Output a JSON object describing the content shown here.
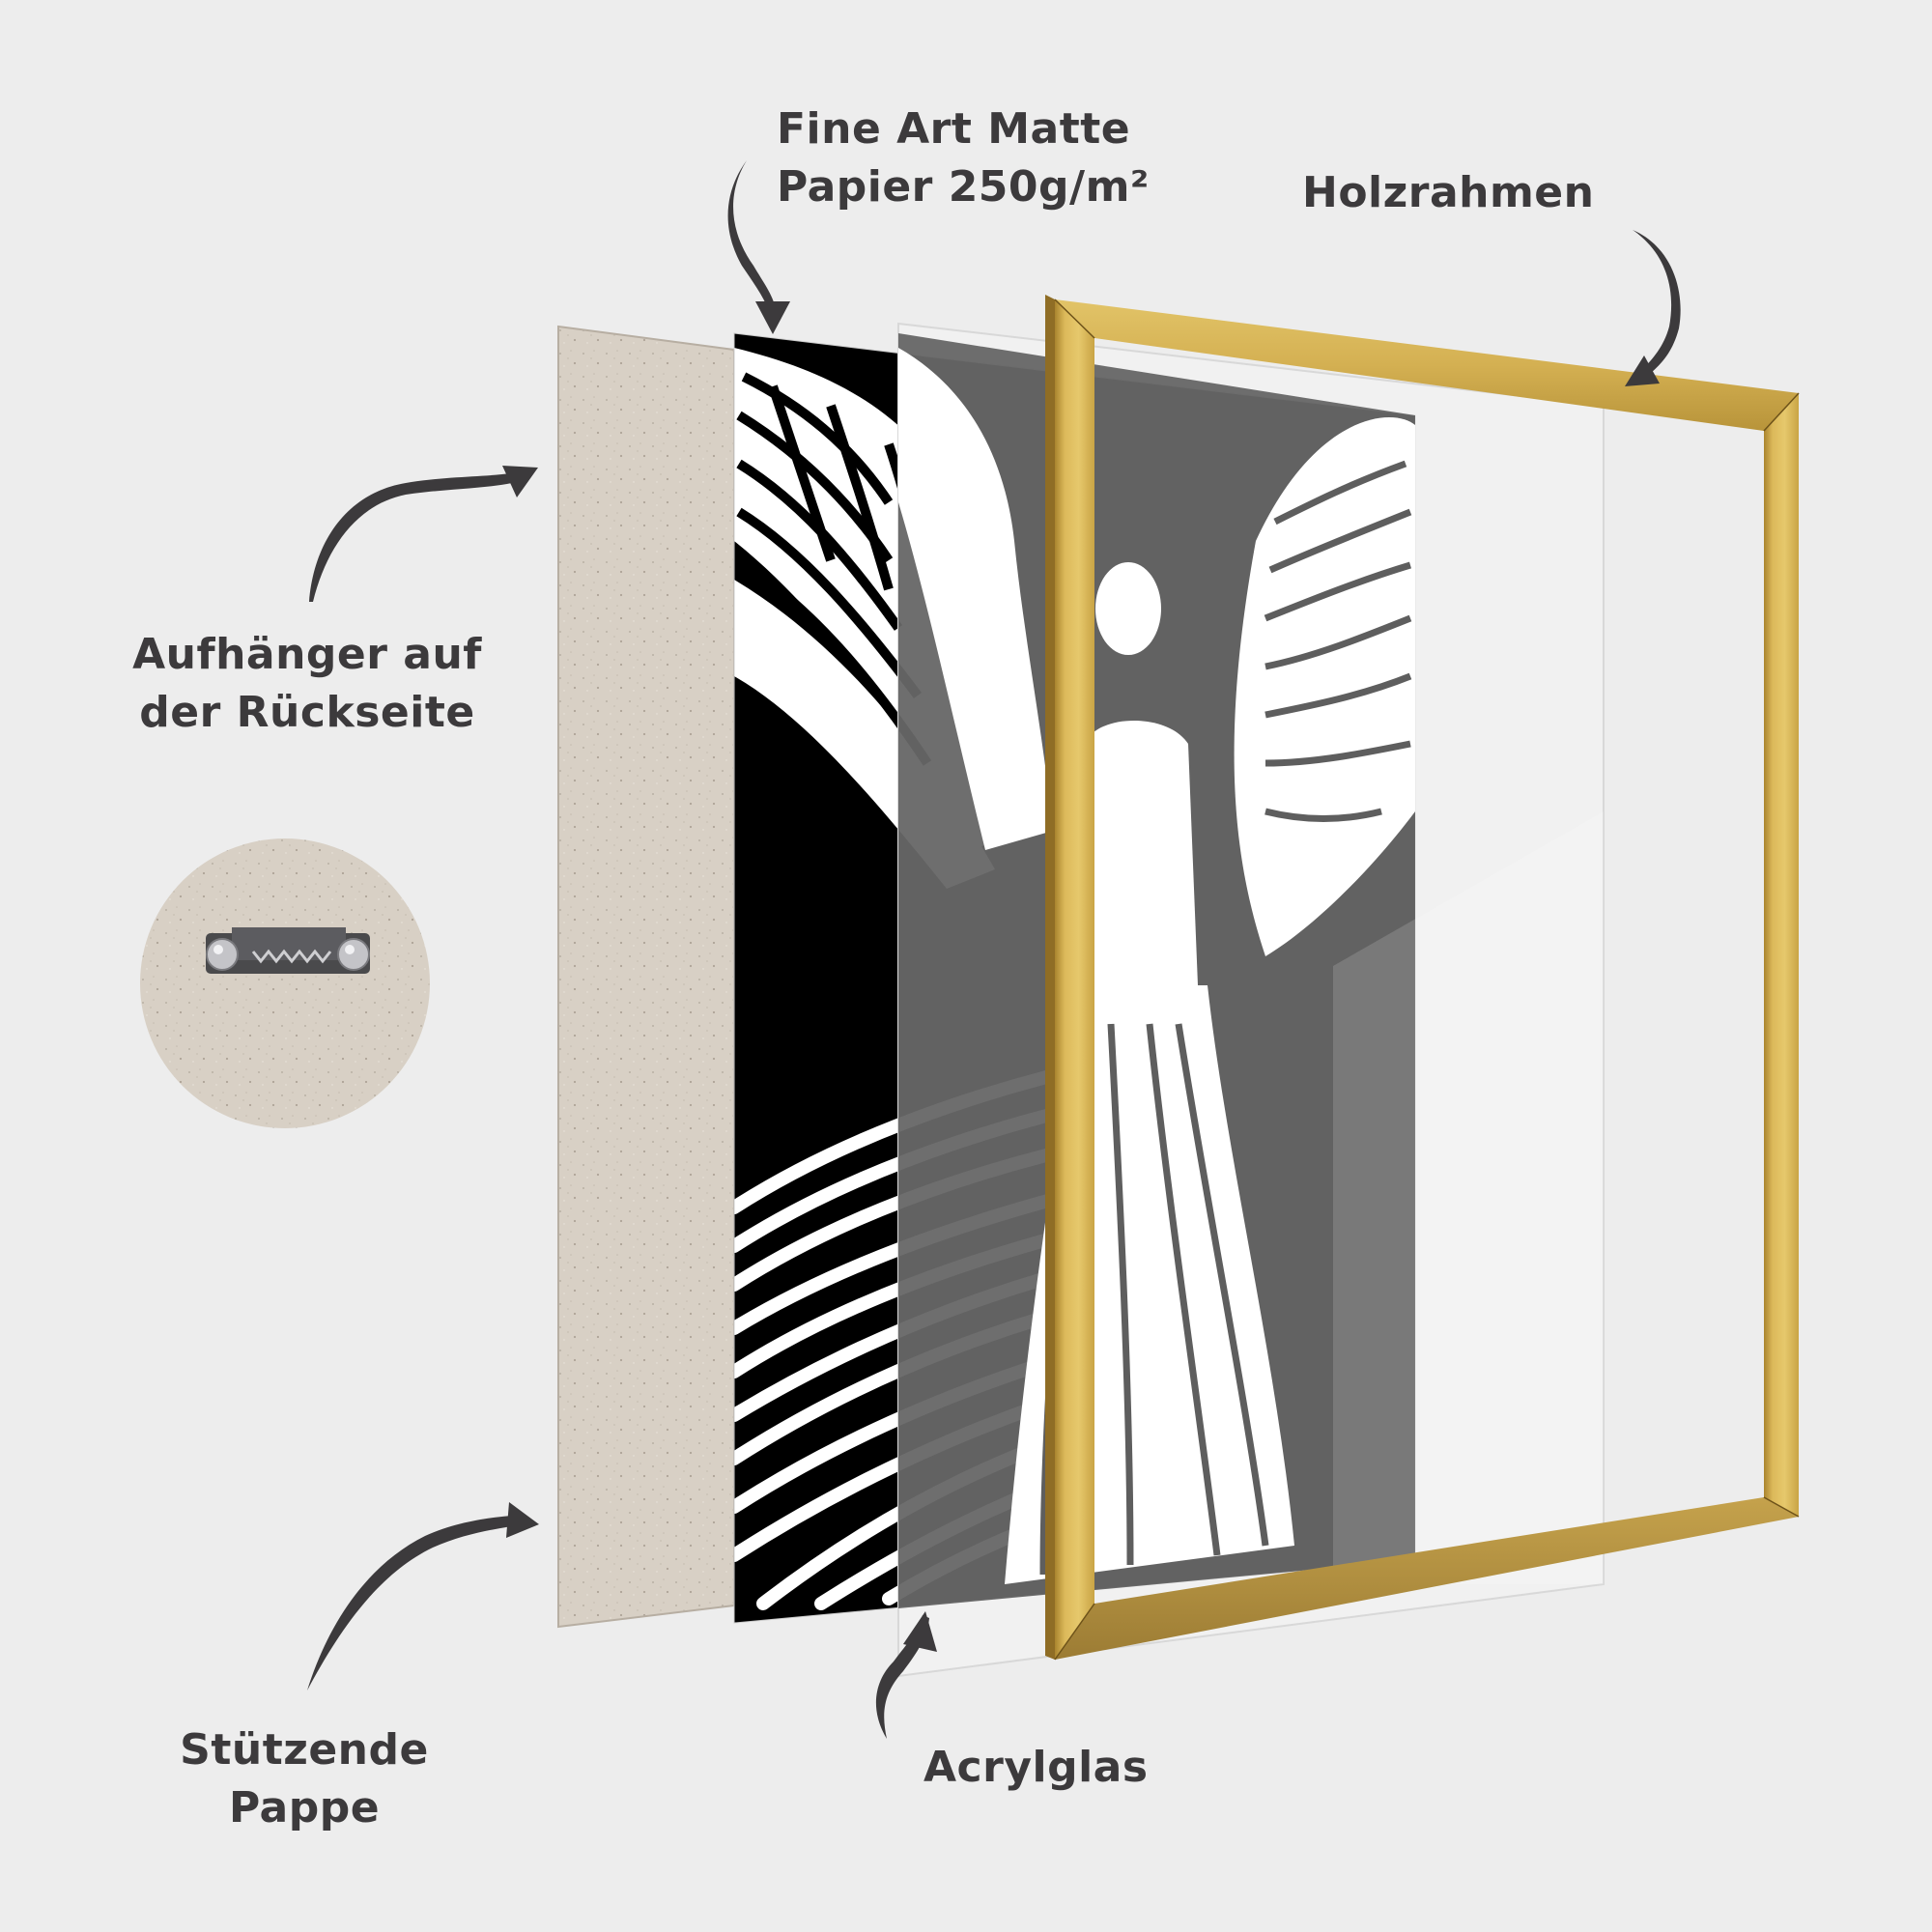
{
  "diagram": {
    "type": "exploded-view-product-diagram",
    "subject": "framed angel art print",
    "background_color": "#ededed",
    "text_color": "#3c3a3c",
    "labels": {
      "fine_art_paper": {
        "line1": "Fine Art Matte",
        "line2": "Papier 250g/m²"
      },
      "wood_frame": {
        "text": "Holzrahmen"
      },
      "hanger": {
        "line1": "Aufhänger auf",
        "line2": "der Rückseite"
      },
      "backing_board": {
        "line1": "Stützende",
        "line2": "Pappe"
      },
      "acrylic_glass": {
        "text": "Acrylglas"
      }
    },
    "layers": [
      {
        "id": "backing-board",
        "name": "Stützende Pappe",
        "color": "#d8d0c5"
      },
      {
        "id": "art-print",
        "name": "Fine Art Matte Papier 250g/m²",
        "colors": [
          "#000000",
          "#ffffff"
        ]
      },
      {
        "id": "acrylic-glass",
        "name": "Acrylglas",
        "color": "rgba(255,255,255,0.45)"
      },
      {
        "id": "wood-frame",
        "name": "Holzrahmen",
        "color": "#c9a445"
      }
    ],
    "inset": {
      "name": "hanger-detail",
      "shape": "circle",
      "color": "#d8d0c5",
      "item": "sawtooth-hanger"
    },
    "colors": {
      "arrow": "#3c3a3c",
      "frame_light": "#dcb95a",
      "frame_dark": "#a9842e",
      "print_dark": "#000000",
      "print_under_glass": "#5e5e5e",
      "cardboard": "#d8d0c5"
    }
  }
}
